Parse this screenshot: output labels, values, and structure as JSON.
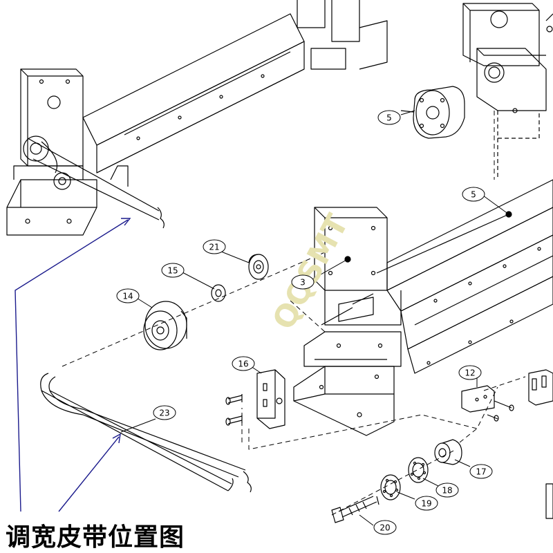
{
  "caption": "调宽皮带位置图",
  "watermark": "QQSMT",
  "colors": {
    "line": "#000000",
    "arrow": "#1a1a8c",
    "watermark": "#e6e2b0"
  },
  "parts": [
    {
      "id": "p5a",
      "label": "5"
    },
    {
      "id": "p5b",
      "label": "5"
    },
    {
      "id": "p21",
      "label": "21"
    },
    {
      "id": "p15",
      "label": "15"
    },
    {
      "id": "p14",
      "label": "14"
    },
    {
      "id": "p3",
      "label": "3"
    },
    {
      "id": "p16",
      "label": "16"
    },
    {
      "id": "p12",
      "label": "12"
    },
    {
      "id": "p23",
      "label": "23"
    },
    {
      "id": "p17",
      "label": "17"
    },
    {
      "id": "p18",
      "label": "18"
    },
    {
      "id": "p19",
      "label": "19"
    },
    {
      "id": "p20",
      "label": "20"
    }
  ]
}
